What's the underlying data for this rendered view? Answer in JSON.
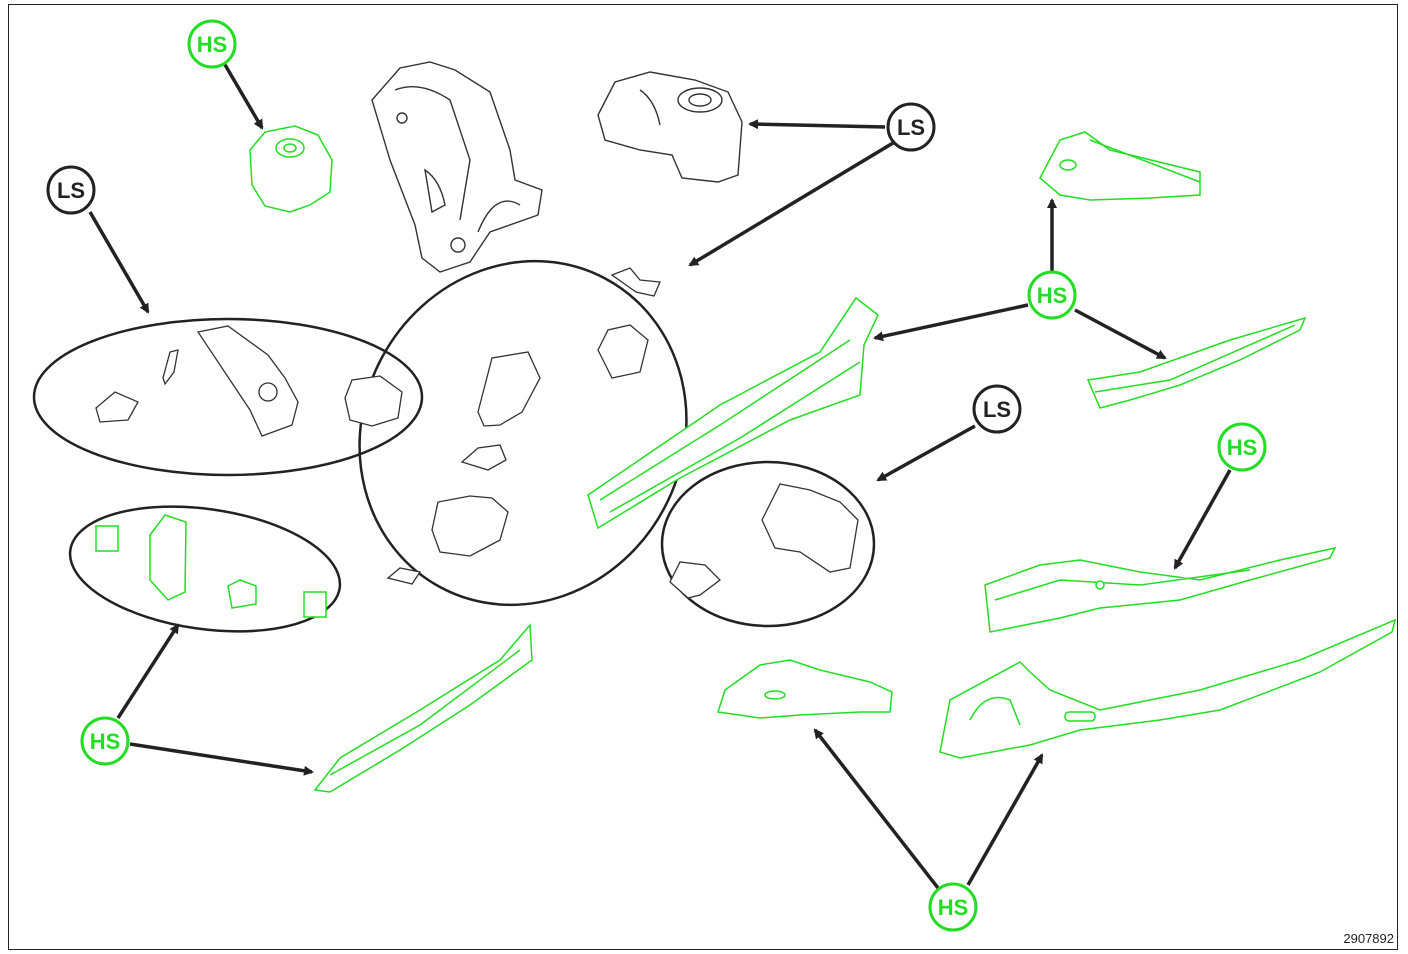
{
  "figure_number": "2907892",
  "colors": {
    "high_strength": "#22dd22",
    "low_strength": "#222222",
    "part_outline": "#333333",
    "arrow": "#222222"
  },
  "badges": {
    "hs": "HS",
    "ls": "LS"
  },
  "legend_meaning": {
    "HS": "high_strength",
    "LS": "low_strength"
  },
  "badge_list": [
    {
      "id": "hs-top-left",
      "type": "HS"
    },
    {
      "id": "ls-left",
      "type": "LS"
    },
    {
      "id": "ls-top-center",
      "type": "LS"
    },
    {
      "id": "hs-right-upper",
      "type": "HS"
    },
    {
      "id": "ls-center-right",
      "type": "LS"
    },
    {
      "id": "hs-right-middle",
      "type": "HS"
    },
    {
      "id": "hs-bottom-left",
      "type": "HS"
    },
    {
      "id": "hs-bottom-center",
      "type": "HS"
    }
  ]
}
